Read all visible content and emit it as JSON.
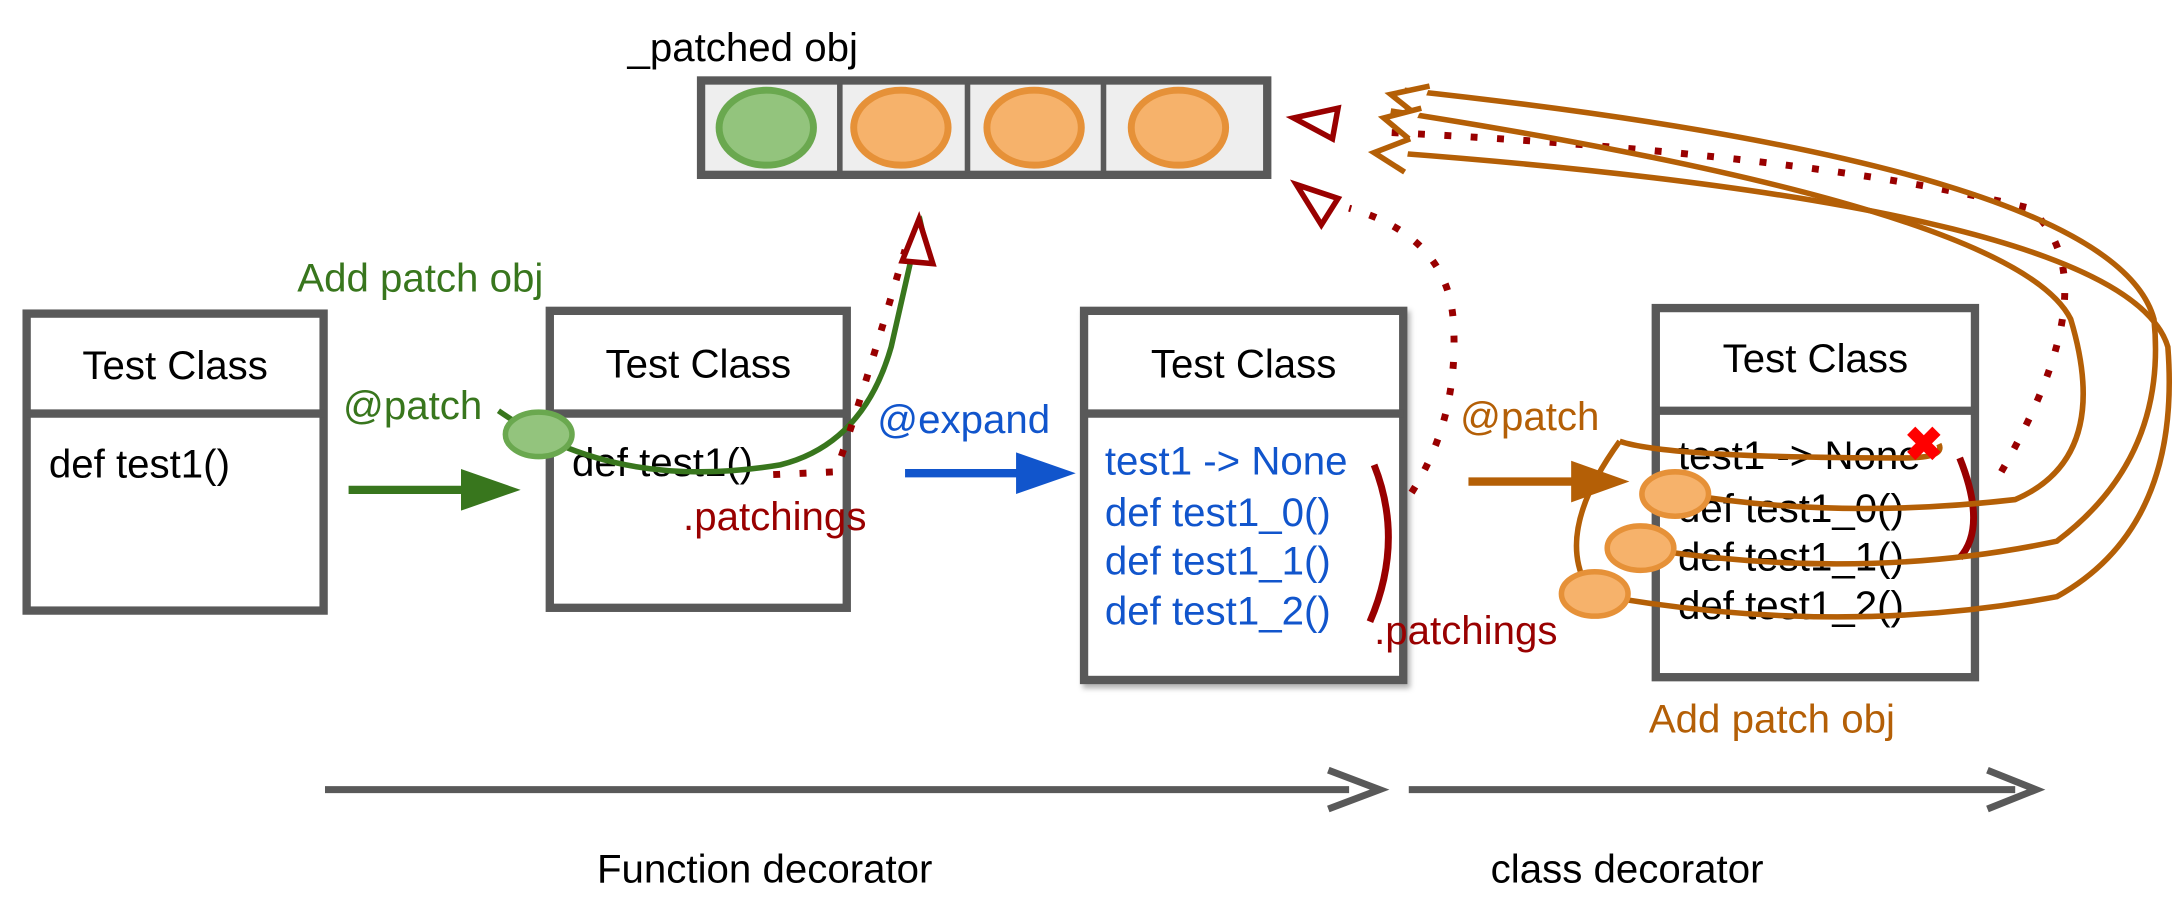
{
  "patched_obj": {
    "label": "_patched obj",
    "slots": [
      "green",
      "orange",
      "orange",
      "orange"
    ]
  },
  "colors": {
    "green": "#38761d",
    "orange": "#b45f06",
    "red": "#990000",
    "blue": "#1155cc",
    "gray": "#595959"
  },
  "boxes": [
    {
      "title": "Test Class",
      "lines": [
        "def test1()"
      ]
    },
    {
      "title": "Test Class",
      "lines": [
        "def test1()"
      ]
    },
    {
      "title": "Test Class",
      "lines": [
        "test1 -> None",
        "def test1_0()",
        "def test1_1()",
        "def test1_2()"
      ]
    },
    {
      "title": "Test Class",
      "lines": [
        "test1 -> None",
        "def test1_0()",
        "def test1_1()",
        "def test1_2()"
      ]
    }
  ],
  "labels": {
    "add_patch_green": "Add patch obj",
    "patch_green": "@patch",
    "patchings_1": ".patchings",
    "expand": "@expand",
    "patch_orange": "@patch",
    "patchings_2": ".patchings",
    "add_patch_orange": "Add patch obj",
    "function_decorator": "Function decorator",
    "class_decorator": "class decorator"
  }
}
